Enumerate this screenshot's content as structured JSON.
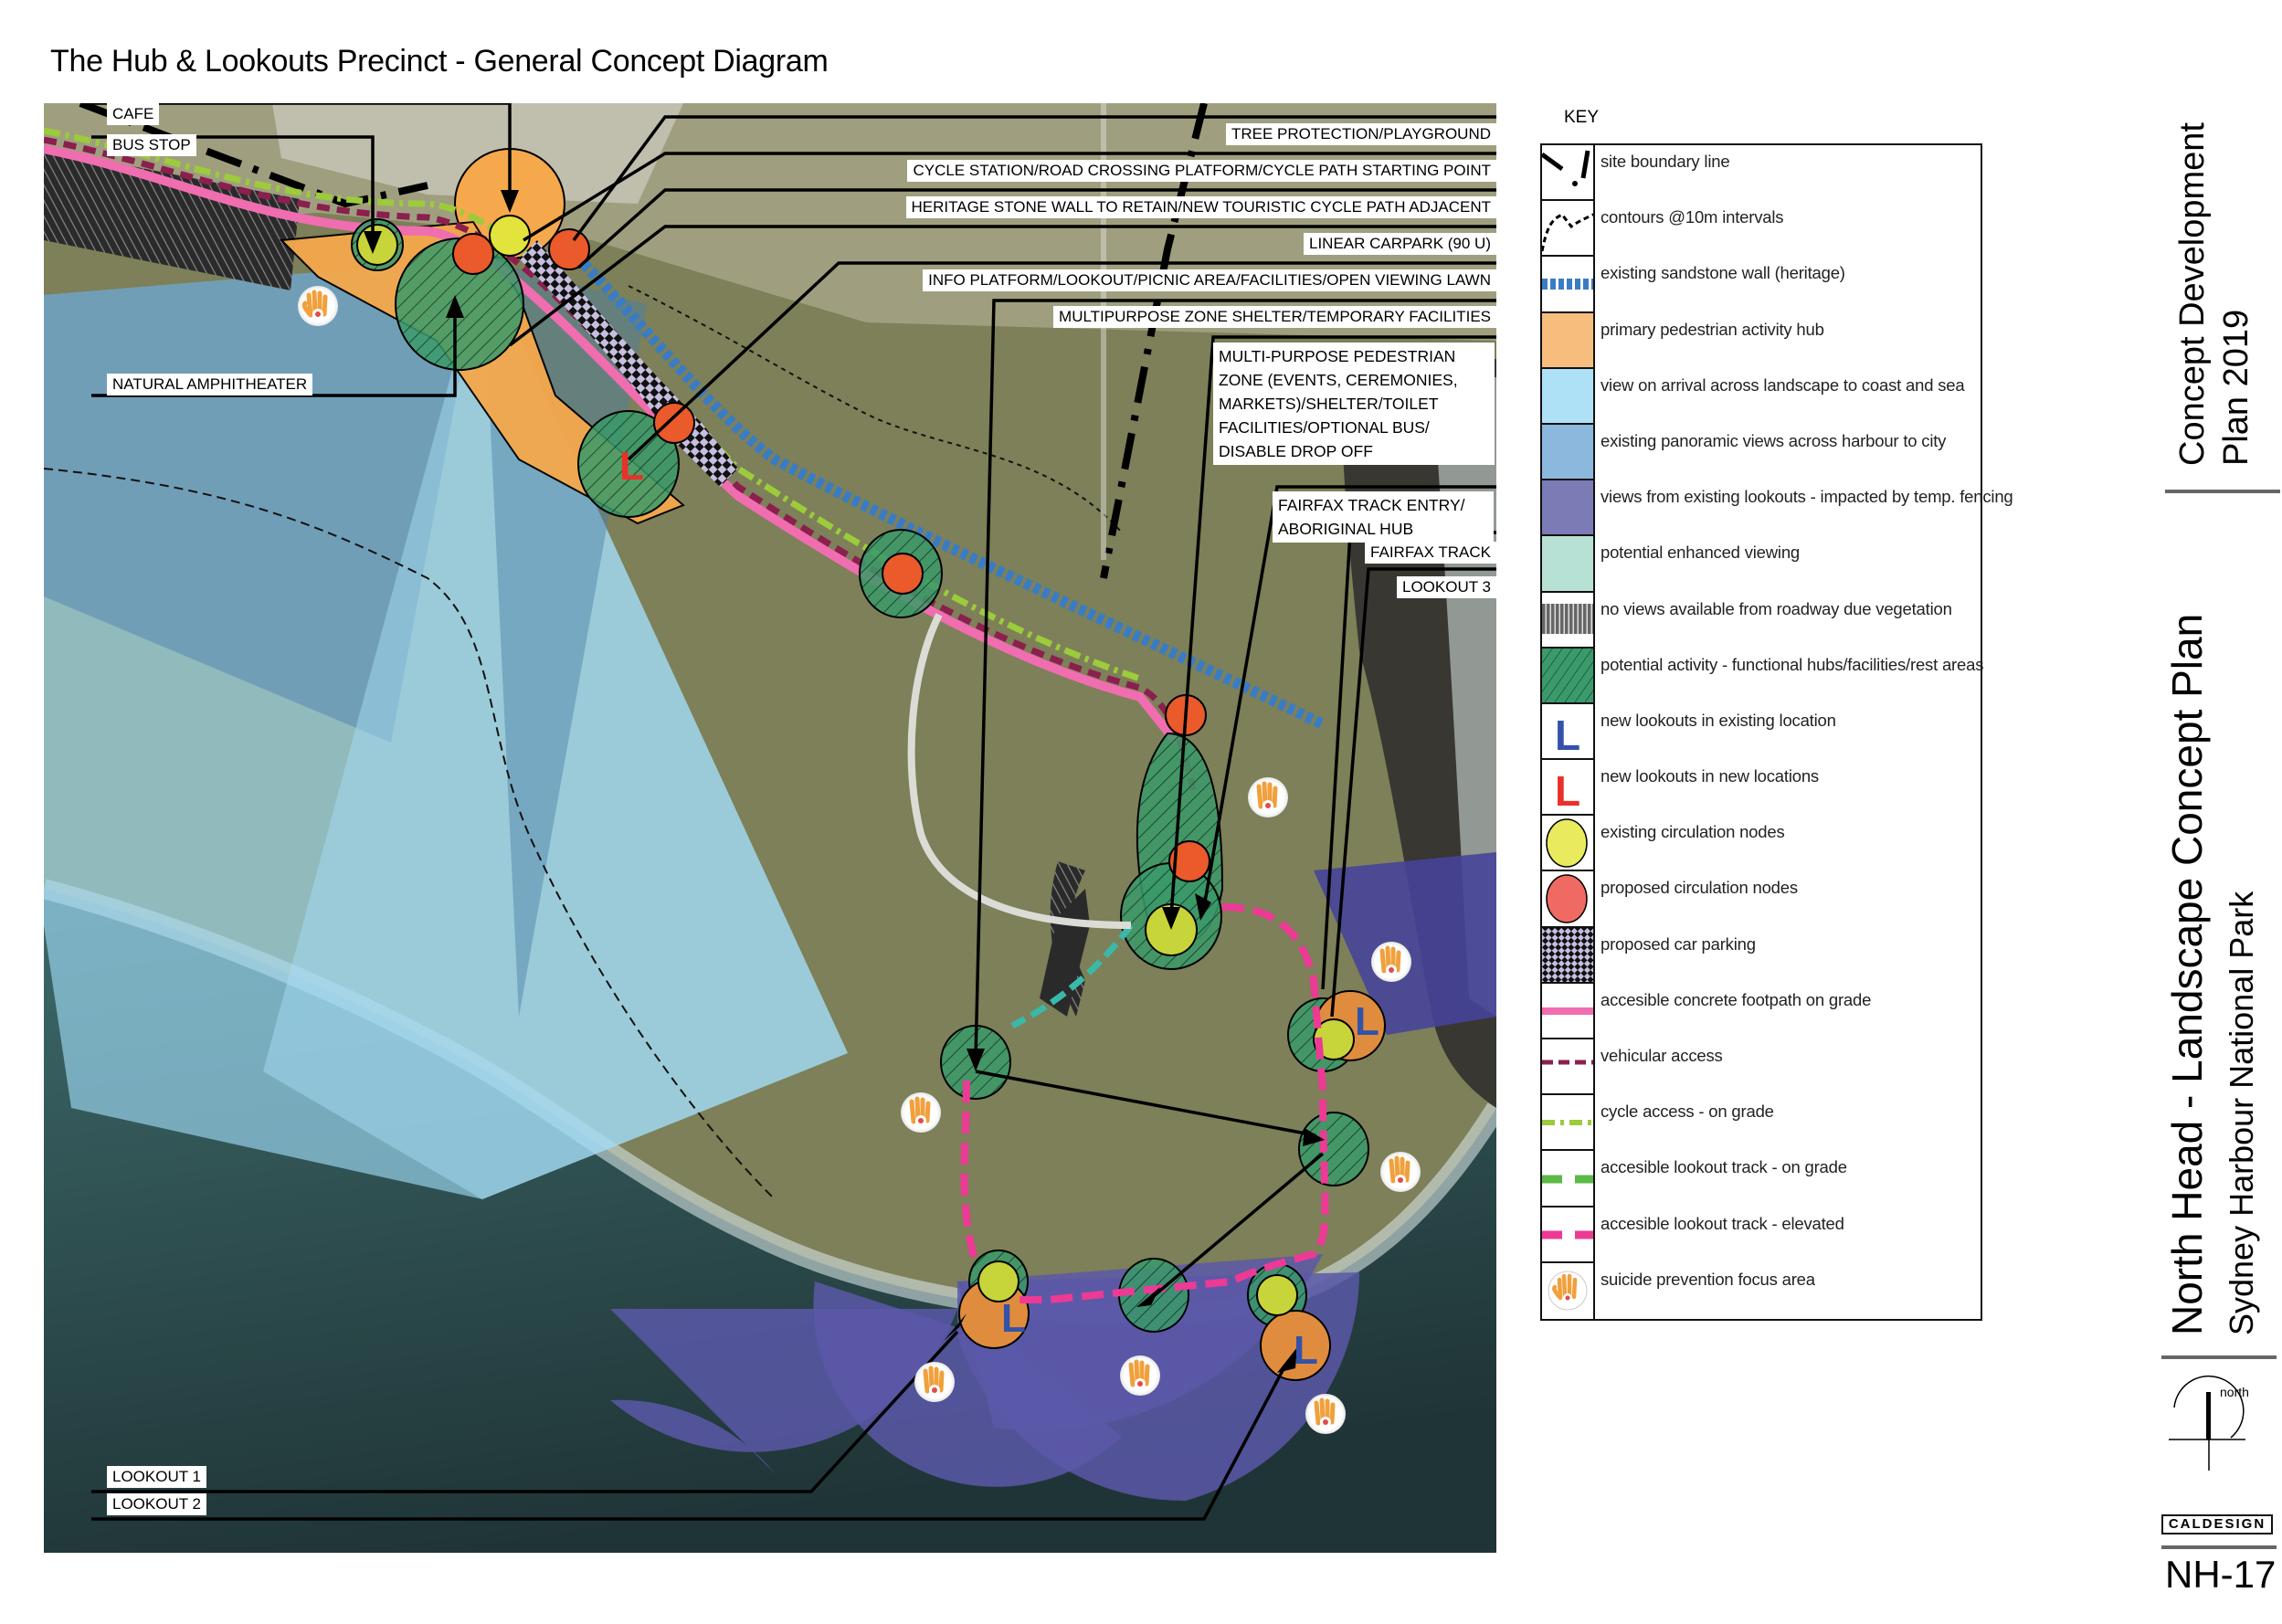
{
  "title": "The Hub & Lookouts Precinct - General Concept Diagram",
  "map": {
    "callouts": {
      "cafe": "CAFE",
      "bus_stop": "BUS STOP",
      "natural_amphitheater": "NATURAL AMPHITHEATER",
      "tree_protection": "TREE PROTECTION/PLAYGROUND",
      "cycle_station": "CYCLE STATION/ROAD CROSSING PLATFORM/CYCLE PATH STARTING POINT",
      "heritage_wall": "HERITAGE STONE WALL TO RETAIN/NEW TOURISTIC CYCLE PATH ADJACENT",
      "linear_carpark": "LINEAR CARPARK (90 U)",
      "info_platform": "INFO PLATFORM/LOOKOUT/PICNIC AREA/FACILITIES/OPEN VIEWING LAWN",
      "multipurpose_shelter": "MULTIPURPOSE ZONE SHELTER/TEMPORARY FACILITIES",
      "multipurpose_pedestrian": "MULTI-PURPOSE PEDESTRIAN ZONE (EVENTS, CEREMONIES, MARKETS)/SHELTER/TOILET FACILITIES/OPTIONAL BUS/ DISABLE DROP OFF",
      "fairfax_entry": "FAIRFAX TRACK ENTRY/ ABORIGINAL HUB",
      "fairfax_track": "FAIRFAX TRACK",
      "lookout_3": "LOOKOUT 3",
      "lookout_1": "LOOKOUT 1",
      "lookout_2": "LOOKOUT 2"
    },
    "lookout_marker": "L"
  },
  "legend": {
    "heading": "KEY",
    "items": [
      {
        "label": "site boundary line",
        "symbol": "boundary-line"
      },
      {
        "label": "contours @10m intervals",
        "symbol": "contour-line"
      },
      {
        "label": "existing sandstone wall (heritage)",
        "symbol": "sandstone-wall",
        "color": "#3a7cc4"
      },
      {
        "label": "primary pedestrian activity hub",
        "symbol": "fill",
        "color": "#f7bd7d"
      },
      {
        "label": "view on arrival across landscape to coast and sea",
        "symbol": "fill",
        "color": "#aee0f6"
      },
      {
        "label": "existing panoramic views across harbour to city",
        "symbol": "fill",
        "color": "#8cb8de"
      },
      {
        "label": "views from existing lookouts - impacted by temp. fencing",
        "symbol": "fill",
        "color": "#7b7bb5"
      },
      {
        "label": "potential enhanced viewing",
        "symbol": "fill",
        "color": "#b7e1d4"
      },
      {
        "label": "no views available from roadway due vegetation",
        "symbol": "vertical-stripes",
        "color": "#666666"
      },
      {
        "label": "potential activity - functional hubs/facilities/rest areas",
        "symbol": "hatched",
        "color": "#3a9a6a"
      },
      {
        "label": "new lookouts in existing location",
        "symbol": "letter-L",
        "color": "#3452a8"
      },
      {
        "label": "new lookouts in new locations",
        "symbol": "letter-L",
        "color": "#e8312a"
      },
      {
        "label": "existing circulation nodes",
        "symbol": "circle",
        "color": "#e9ea5e"
      },
      {
        "label": "proposed circulation nodes",
        "symbol": "circle",
        "color": "#ef6a62"
      },
      {
        "label": "proposed car parking",
        "symbol": "checker",
        "color": "#c7bfe0"
      },
      {
        "label": "accesible concrete footpath on grade",
        "symbol": "solid-line",
        "color": "#f06db0"
      },
      {
        "label": "vehicular access",
        "symbol": "dashed-line",
        "color": "#8b1f4e"
      },
      {
        "label": "cycle access - on grade",
        "symbol": "dash-dot-line",
        "color": "#9ccb3b"
      },
      {
        "label": "accesible lookout track - on grade",
        "symbol": "dashed-line-wide",
        "color": "#5bb947"
      },
      {
        "label": "accesible lookout track - elevated",
        "symbol": "dashed-line-wide",
        "color": "#ec3a95"
      },
      {
        "label": "suicide prevention focus area",
        "symbol": "hand-icon",
        "color": "#f0a03c"
      }
    ]
  },
  "title_block": {
    "subtitle": "Concept Development Plan 2019",
    "subtitle_line1": "Concept Development",
    "subtitle_line2": "Plan 2019",
    "main_title": "North Head - Landscape Concept Plan",
    "location": "Sydney Harbour National Park",
    "north_label": "north",
    "firm": "CALDESIGN",
    "sheet_number": "NH-17"
  }
}
